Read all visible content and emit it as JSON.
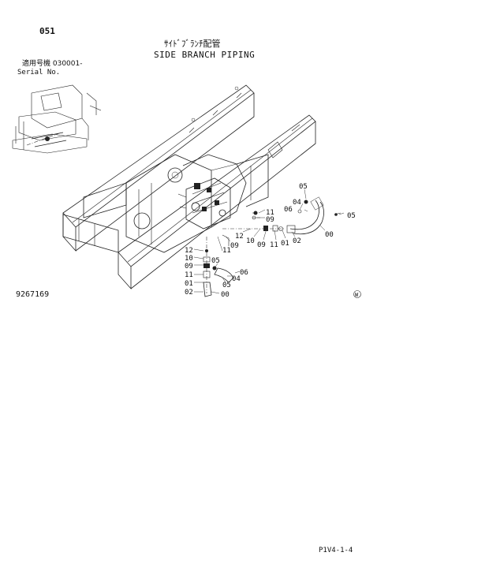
{
  "page_number": "051",
  "title_jp": "ｻｲﾄﾞﾌﾞﾗﾝﾁ配管",
  "title_en": "SIDE BRANCH PIPING",
  "serial_label_jp": "適用号機  030001-",
  "serial_label_en": "Serial No.",
  "figure_number": "9267169",
  "footer_code": "P1V4-1-4",
  "callouts": {
    "c05a": "05",
    "c04a": "04",
    "c06a": "06",
    "c05b": "05",
    "c00a": "00",
    "c11a": "11",
    "c09a": "09",
    "c12a": "12",
    "c10a": "10",
    "c09b": "09",
    "c11b": "11",
    "c01a": "01",
    "c02a": "02",
    "c11c": "11",
    "c09c": "09",
    "c12b": "12",
    "c10b": "10",
    "c09d": "09",
    "c11d": "11",
    "c01b": "01",
    "c02b": "02",
    "c05c": "05",
    "c04b": "04",
    "c06b": "06",
    "c05d": "05",
    "c00b": "00"
  },
  "mark_symbol": "W"
}
